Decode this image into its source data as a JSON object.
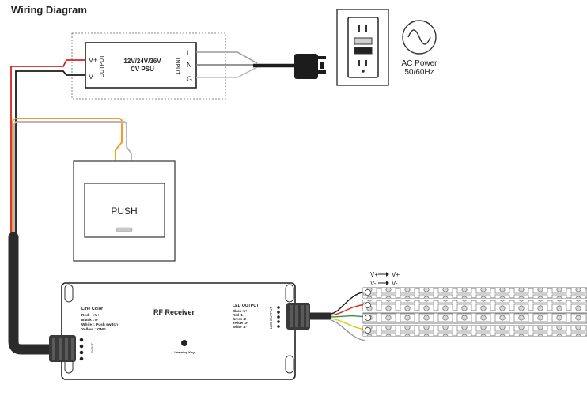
{
  "title": "Wiring Diagram",
  "psu": {
    "name_line1": "12V/24V/36V",
    "name_line2": "CV PSU",
    "v_plus": "V+",
    "v_minus": "V-",
    "output_label": "OUTPUT",
    "input_label": "INPUT",
    "l": "L",
    "n": "N",
    "g": "G"
  },
  "ac": {
    "line1": "AC Power",
    "line2": "50/60Hz"
  },
  "switch": {
    "label": "PUSH"
  },
  "receiver": {
    "title": "RF Receiver",
    "learning_key": "Learning Key",
    "line_color_title": "Line Color",
    "line_colors": [
      {
        "color": "Red",
        "value": ":V+"
      },
      {
        "color": "Black",
        "value": ":V-"
      },
      {
        "color": "White",
        "value": ": Push switch"
      },
      {
        "color": "Yellow",
        "value": ": GND"
      }
    ],
    "led_output_title": "LED OUTPUT",
    "led_output_side": "LED OUTPUT",
    "led_outputs": [
      "Black :V+",
      "Red :1-",
      "Green :2-",
      "Yellow :3-",
      "White :4-"
    ],
    "input_side": "INPUT"
  },
  "strip": {
    "top_left": "V+",
    "top_right": "V+",
    "bottom_left": "V-",
    "bottom_right": "V-",
    "rows": 4,
    "leds_per_row": 12
  },
  "colors": {
    "red_wire": "#e0201c",
    "black_wire": "#1a1a1a",
    "orange_wire": "#f39a2b",
    "grey_wire": "#b8b8b8",
    "green_wire": "#2e9a3e",
    "yellow_wire": "#e8c21a",
    "cable_black": "#2b2b2b"
  }
}
